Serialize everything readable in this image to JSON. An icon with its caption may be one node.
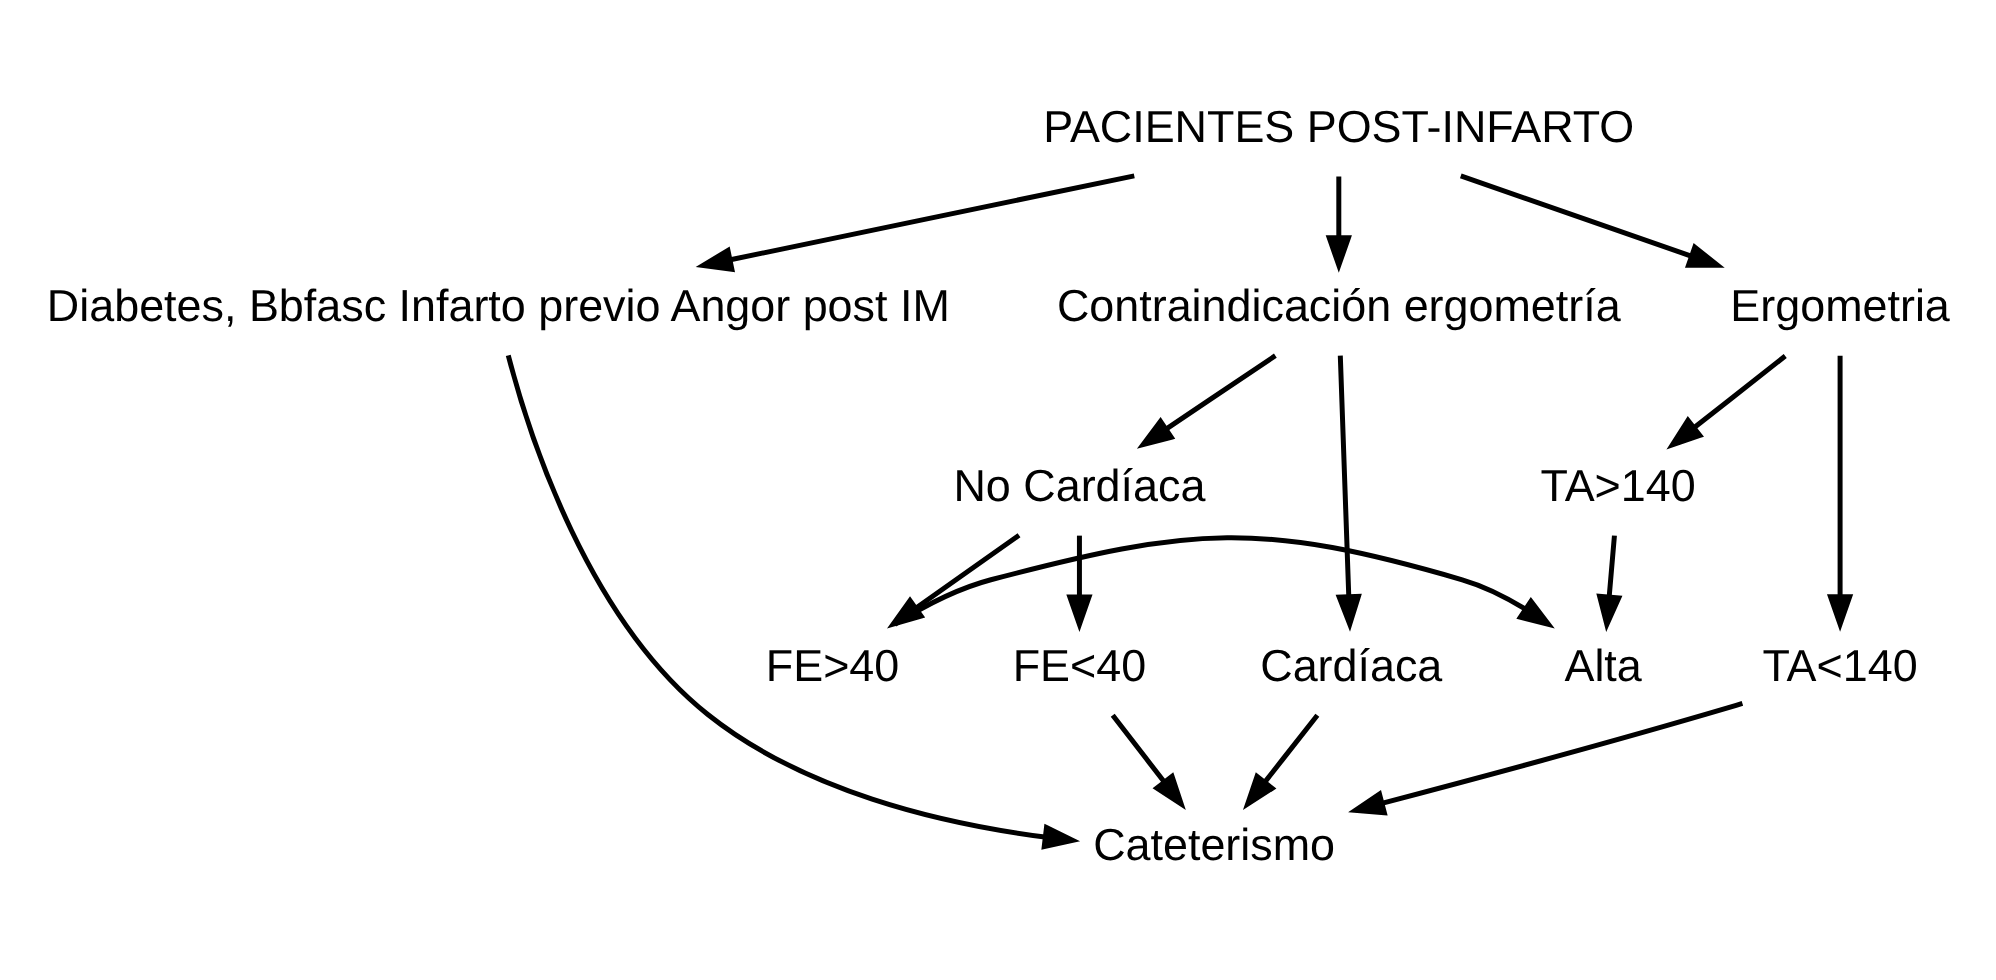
{
  "diagram": {
    "nodes": [
      {
        "text": [
          "PACIENTES POST-INFARTO"
        ]
      },
      {
        "text": [
          "Diabetes, Bbfasc Infarto previo Angor post IM"
        ]
      },
      {
        "text": [
          "Contraindicación ergometría"
        ]
      },
      {
        "text": [
          "Ergometria"
        ]
      },
      {
        "text": [
          "Cardíaca"
        ]
      },
      {
        "text": [
          "No Cardíaca"
        ]
      },
      {
        "text": [
          "TA<140"
        ]
      },
      {
        "text": [
          "TA>140"
        ]
      },
      {
        "text": [
          "Cateterismo"
        ]
      },
      {
        "text": [
          "FE<40"
        ]
      },
      {
        "text": [
          "FE>40"
        ]
      },
      {
        "text": [
          "Alta"
        ]
      }
    ],
    "edges": [
      {
        "from": 0,
        "to": 1,
        "arrow": "to"
      },
      {
        "from": 0,
        "to": 2,
        "arrow": "to"
      },
      {
        "from": 0,
        "to": 3,
        "arrow": "to"
      },
      {
        "from": 2,
        "to": 4,
        "arrow": "to"
      },
      {
        "from": 2,
        "to": 5,
        "arrow": "to"
      },
      {
        "from": 3,
        "to": 6,
        "arrow": "to"
      },
      {
        "from": 3,
        "to": 7,
        "arrow": "to"
      },
      {
        "from": 1,
        "to": 8,
        "arrow": "to"
      },
      {
        "from": 4,
        "to": 8,
        "arrow": "to"
      },
      {
        "from": 5,
        "to": 9,
        "arrow": "to"
      },
      {
        "from": 5,
        "to": 10,
        "arrow": "to"
      },
      {
        "from": 6,
        "to": 8,
        "arrow": "to"
      },
      {
        "from": 7,
        "to": 11,
        "arrow": "to"
      },
      {
        "from": 9,
        "to": 8,
        "arrow": "to"
      },
      {
        "from": 10,
        "to": 11,
        "arrow": "to"
      }
    ]
  }
}
